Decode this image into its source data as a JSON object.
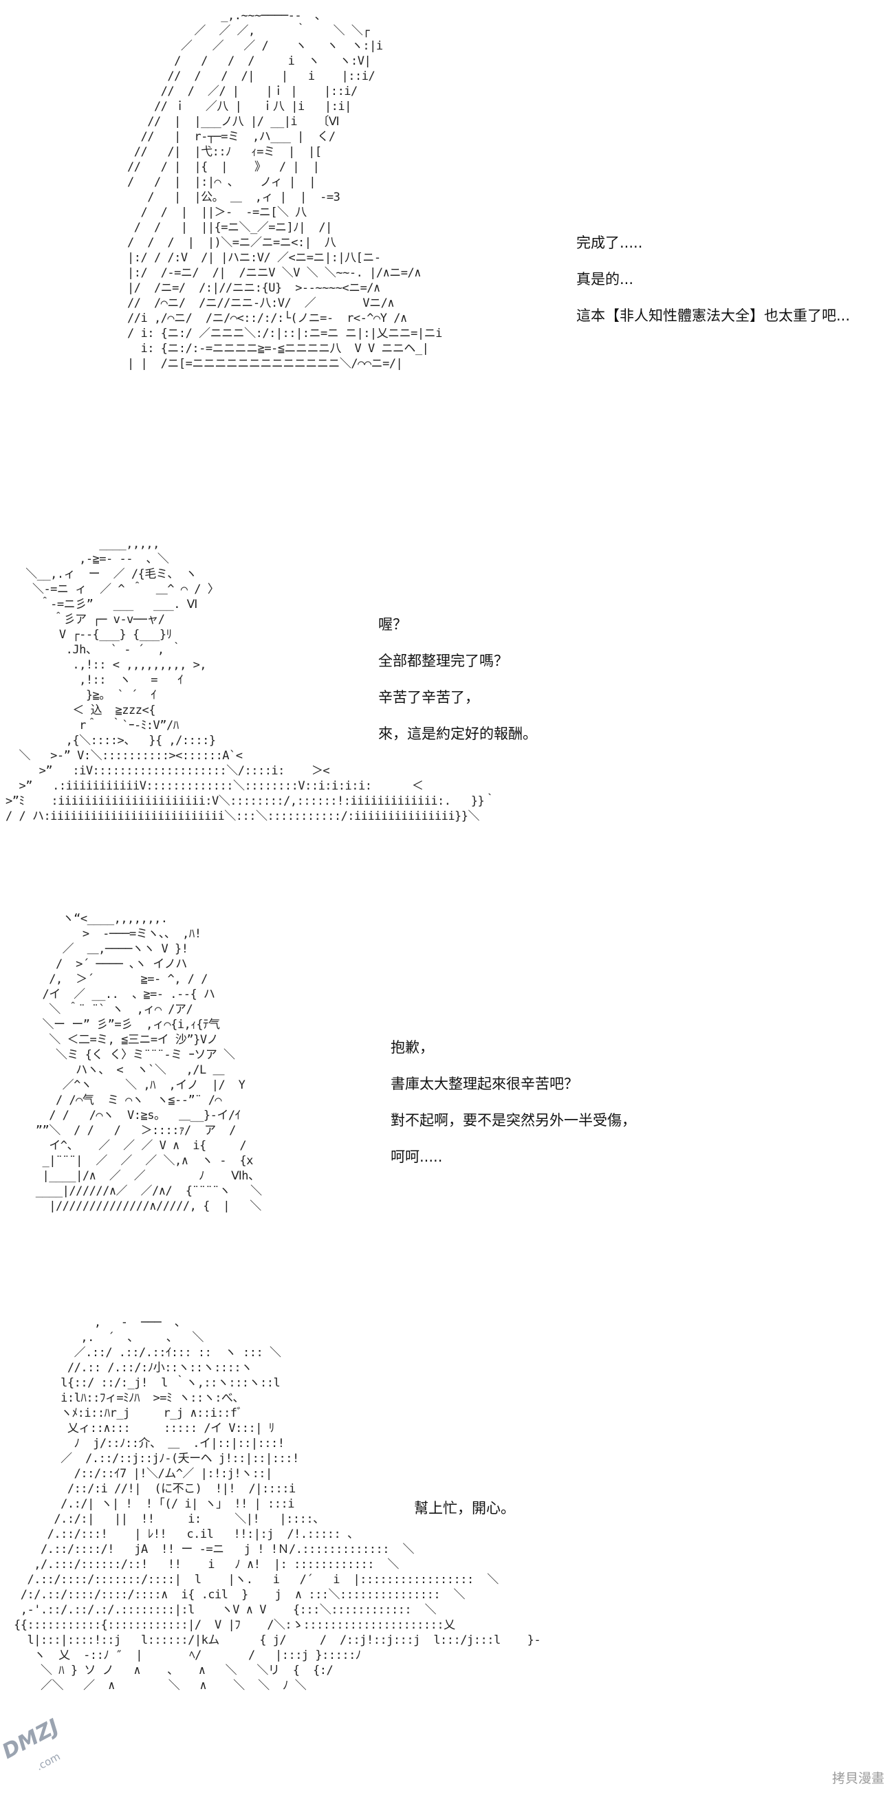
{
  "panels": [
    {
      "art": "              _,.~~~────‐-  、\n          ／  ／ ／,      ｀    ＼ ＼┌\n        ／   ／   ／ /    ヽ   ヽ  ヽ:|i\n       /   /   /  /     i  ヽ   ヽ:V|\n      //  /   /  /|    |   i    |::i/\n     //  /  ／/ |    |ｉ |    |::i/\n    // ｉ   ／八 |   ｉ八 |i   |:i|\n   //  |  |___ノ八 |/ __|i   〔Ⅵ\n  //   |  r‐┬─=ミ  ,ハ___ |  く/\n //   /|  |弋::ﾉ   ｨ=ミ  |  |[\n//   / |  |{  |    》  / |  |\n/   /  |  |:|⌒ ､    ノィ |  |\n   /   |  |公。 ＿  ,ィ |  |  -=3\n  /  /  |  ||＞‐  ‐=ニ[＼ 八\n /  /   |  ||{=ニ＼_／=ニ]ﾉ|  /|\n/  /  /  |  |)＼=ニ／ニ=ニ<:|  八\n|:/ / /:V  /| |ハニ:V/ ／<ニ=ニ|:|八[ニ-\n|:/  /-=ニ/  /|  /ニニV ＼V ＼ ＼~~-. |/∧ニ=/∧\n|/  /ニ=/  /:|//ニニ:{U}  >‐-~~~~<ニ=/∧\n//  /⌒ニ/  /ニ//ニニ-八:V/  ／       Vニ/∧\n//i ,/⌒ニ/  /ニ/⌒<::/:/:└(ノニ=-  r<-^⌒Y /∧\n/ i: {ニ:/ ／ニニニ＼:/:|::|:ニ=ニ ニ|:|乂ニニ=|ニi\n  i: {ニ:/:-=ニニニニ≧=-≦ニニニニ八  V V ニニヘ_|\n| |  /ニ[=ニニニニニニニニニニニニニ＼/⌒⌒ニ=/|",
      "artLeft": 185,
      "artTop": 12,
      "linesLeft": 838,
      "linesTop": 340,
      "lines": [
        "完成了.....",
        "真是的...",
        "這本【非人知性體憲法大全】也太重了吧..."
      ]
    },
    {
      "art": "              ____,,,,,\n           ,-≧=- --  、＼\n   ＼__,.ィ  ー  ／ /{毛ミ、 ヽ\n    ＼-=ニ ィ  ／ ^ ＾  ＿^ ⌒ / 〉\n     ＾-=ニ彡”   ___   ___. Ⅵ\n       ＾彡ア ┌─ v-v──ャ/\n        V ┌‐‐{___} {___}ﾘ\n         .Jh、  ` ‐ ´  , ｀\n          .,!:: < ,,,,,,,,, >,\n           ,!::  ヽ   =   ｲ\n            }≧。 ` ´  ｲ\n          ＜ 込  ≧zzz<{\n           r＾  ｀`ｰ-ﾐ:V”/ﾊ\n         ,{＼::::>、  }{ ,/::::}\n  ＼   >‐” V:＼::::::::::><::::::A`<\n     >”   :iV::::::::::::::::::::＼/::::i:    ＞<\n  >”   .:iiiiiiiiiiiV:::::::::::::＼::::::::V::i:i:i:i:      ＜\n>”ﾐ    :iiiiiiiiiiiiiiiiiiiiii:V＼::::::::/,::::::!:iiiiiiiiiiiii:.   }}｀\n/ / ハ:iiiiiiiiiiiiiiiiiiiiiiiiii＼:::＼:::::::::::/:iiiiiiiiiiiiiii}}＼",
      "artLeft": 8,
      "artTop": 780,
      "linesLeft": 550,
      "linesTop": 895,
      "lines": [
        "喔？",
        "全部都整理完了嗎？",
        "辛苦了辛苦了，",
        "來，這是約定好的報酬。"
      ]
    },
    {
      "art": "     ヽ“<____,,,,,,,.\n        >  -───=ミヽ、、 ,ﾊ!\n     ／  ＿,────ヽヽ V }!\n    /  >´ ──── ､ヽ イノハ\n   /,  ＞´       ≧=- ^, / /\n  /イ  ／ __..  、≧=- .--{ ハ\n   ＼ ＾¨ ¨` ヽ  ,ィ⌒ /ア/\n  ＼ー ー” 彡”=彡  ,ィ⌒{i,ｨ{ﾃ气\n   ＼ ＜二=ミ, ≦三ニ=イ 沙”}Vノ\n    ＼ミ {く く〉ミ¨¨¨‐ミ ｰソア ＼\n       ハヽ、 <  ヽ`＼   ,/L ＿\n     ／^ヽ     ＼ ,ﾊ  ,イノ  |/  Y\n    / /⌒气  ミ ⌒ヽ  ヽ≦-‐”¨ /⌒\n   / /   /⌒ヽ  V:≧s。  ＿__}-イ/ｲ\n ””＼  / /   /   ＞::::ｧ/  ア  /\n   イ^、   ／  ／ ／ V ∧  i{     /\n  _|¨¨¨|  ／  ／  ／ ＼,∧  ヽ -  {x\n  |____|/∧  ／  ／        ﾉ    Ⅵh、\n ____|//////∧／  ／/∧/  {¨¨¨¨ヽ   ＼\n   |//////////////∧/////, {  |   ＼",
      "artLeft": 42,
      "artTop": 1325,
      "linesLeft": 568,
      "linesTop": 1510,
      "lines": [
        "抱歉，",
        "書庫太大整理起來很辛苦吧？",
        "對不起啊，要不是突然另外一半受傷，",
        "呵呵....."
      ]
    },
    {
      "art": "            ,   -  ───  、\n          ,.  ´  ､     ､   ＼\n         ／.::/ .::/.::ｲ::: ::  ヽ ::: ＼\n        //.:: /.::/:ﾉ小::ヽ::ヽ::::ヽ\n       l{::/ ::/:_j!  l ｀ヽ,::ヽ:::ヽ::l\n       i:lﾊ::ﾌィ=ﾐﾉﾊ  >=ﾐ ヽ::ヽ:べ、\n       ヽﾒ:i::ﾊr_j     r_j ∧::i::fﾞ\n        乂ィ::∧:::     ::::: /イ V:::| ﾘ\n         ﾉ  j/::ﾉ::介、 ＿  .イ|::|::|:::!\n       ／  /.::/::j::jﾉ‐(夭ーヘ j!::|::|:::!\n         /::/::ｲ7 |!＼/ム^／ |:!:j!ヽ::|\n        /::/:i //!|  (に不こ)  !|!  /|::::i\n       /.:/| ヽ| !  ! ｢(/ i| ヽ」 !! | :::i\n      /.:/:|   ||  !!     i:     ＼|!   |::::、\n     /.::/:::!    | ﾚ!!   c.il   !!:|:j  /!.::::: 、\n    /.::/::::/!   jA  !! ー ‐=ニ   j ! !Ｎ/.:::::::::::::  ＼\n   ,/.:::/::::::/::!   !!    i   ﾉ ∧!  |: ::::::::::::  ＼\n  /.::/::::/:::::::/::::|  l    |ヽ.   i   /´   i  |:::::::::::::::::  ＼\n /:/.::/::::/::::/::::∧  i{ .cil  }    j  ∧ :::＼:::::::::::::::  ＼\n ,‐'.::/.::/.:/.::::::::|:l    ヽV ∧ V    {:::＼::::::::::::  ＼\n{{:::::::::::{::::::::::::|/  V |ﾌ    /＼:ゝ:::::::::::::::::::::乂\n  l|:::|::::!::j   l::::::/|kム      { j/     /  /::j!::j:::j  l:::/j:::l    }‐\n   ヽ  乂  -::ﾉ ″  |       ﾍ/       /   |:::j }:::::ﾉ\n    ＼ ﾊ } ソ ノ   ∧    、   ∧   ＼   ＼リ  {  {:/\n    ／＼   ／  ∧        ＼   ∧    ＼  ＼  ﾉ ＼",
      "artLeft": 160,
      "artTop": 1912,
      "linesLeft": 602,
      "linesTop": 2180,
      "lines": [
        "幫上忙，開心。"
      ]
    }
  ],
  "watermarks": {
    "left": "DMZJ",
    "left_sub": ".com",
    "right": "拷貝漫畫"
  },
  "colors": {
    "background": "#ffffff",
    "text": "#111111",
    "watermark": "#9aa3b0"
  }
}
